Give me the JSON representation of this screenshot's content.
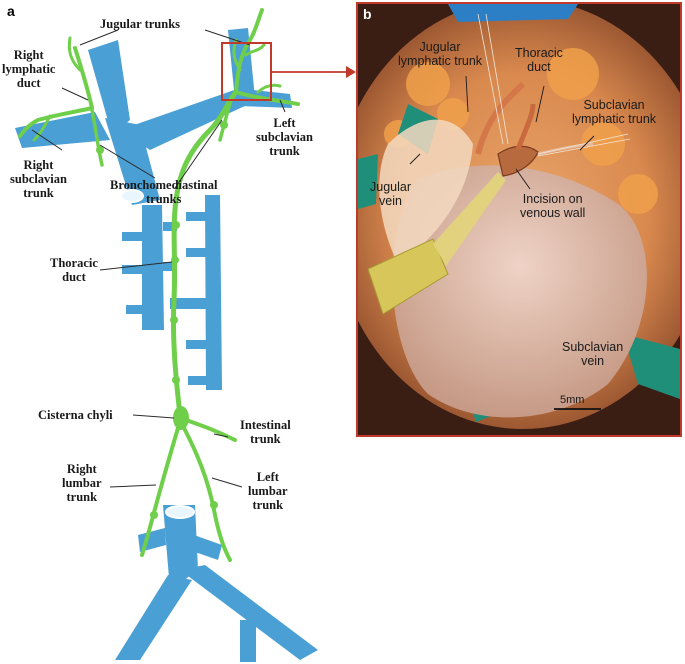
{
  "panel_a": {
    "letter": "a",
    "labels": {
      "jugular_trunks": "Jugular trunks",
      "right_lymphatic_duct": "Right\nlymphatic\nduct",
      "right_subclavian_trunk": "Right\nsubclavian\ntrunk",
      "bronchomediastinal_trunks": "Bronchomediastinal\ntrunks",
      "left_subclavian_trunk": "Left\nsubclavian\ntrunk",
      "thoracic_duct": "Thoracic\nduct",
      "cisterna_chyli": "Cisterna chyli",
      "intestinal_trunk": "Intestinal\ntrunk",
      "right_lumbar_trunk": "Right\nlumbar\ntrunk",
      "left_lumbar_trunk": "Left\nlumbar\ntrunk"
    }
  },
  "panel_b": {
    "letter": "b",
    "labels": {
      "jugular_lymphatic_trunk": "Jugular\nlymphatic trunk",
      "thoracic_duct": "Thoracic\nduct",
      "subclavian_lymphatic_trunk": "Subclavian\nlymphatic trunk",
      "jugular_vein": "Jugular\nvein",
      "incision_on_venous_wall": "Incision on\nvenous wall",
      "subclavian_vein": "Subclavian\nvein",
      "scale_bar": "5mm"
    }
  },
  "colors": {
    "vessel_blue": "#4a9fd4",
    "lymph_green": "#6fcf4a",
    "callout_red": "#c0392b"
  }
}
